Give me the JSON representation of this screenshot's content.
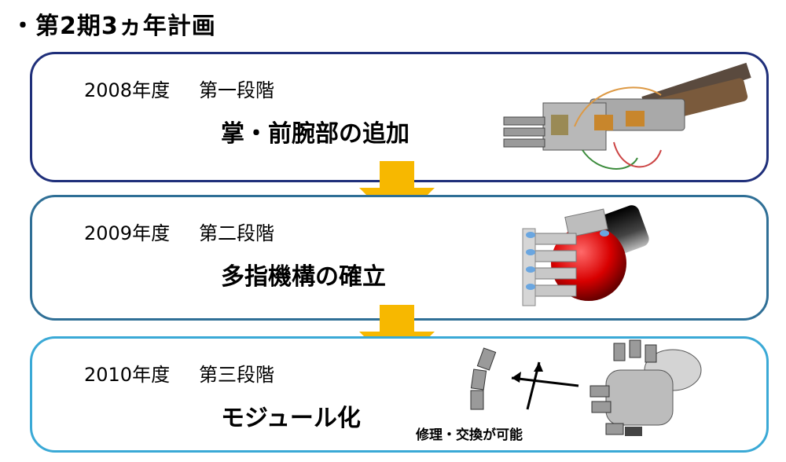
{
  "title": "・第2期3ヵ年計画",
  "stages": [
    {
      "year": "2008年度",
      "phase": "第一段階",
      "goal": "掌・前腕部の追加"
    },
    {
      "year": "2009年度",
      "phase": "第二段階",
      "goal": "多指機構の確立"
    },
    {
      "year": "2010年度",
      "phase": "第三段階",
      "goal": "モジュール化",
      "caption": "修理・交換が可能"
    }
  ],
  "colors": {
    "stage1_border": "#1f2f7a",
    "stage2_border": "#2f6f96",
    "stage3_border": "#3aa9d6",
    "arrow": "#f7b800"
  }
}
